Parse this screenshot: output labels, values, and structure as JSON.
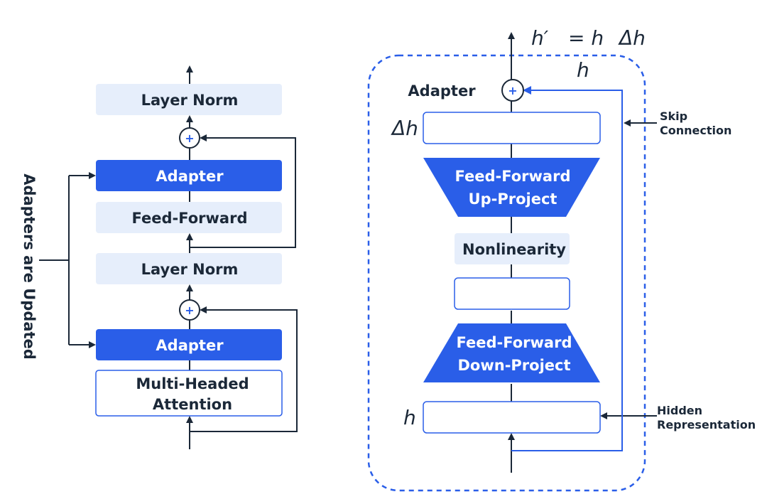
{
  "colors": {
    "accent": "#2a5ee8",
    "light": "#e6eefb",
    "dark": "#1b2838"
  },
  "left": {
    "blocks": [
      "Layer Norm",
      "Adapter",
      "Feed-Forward",
      "Layer Norm",
      "Adapter",
      "Multi-Headed",
      "Attention"
    ],
    "side_label": "Adapters are Updated",
    "plus": "+"
  },
  "right": {
    "title": "Adapter",
    "formula_lhs": "h′",
    "formula_eq": "= h",
    "formula_delta": "Δh",
    "formula_h": "h",
    "delta_label": "Δh",
    "h_label": "h",
    "up": [
      "Feed-Forward",
      "Up-Project"
    ],
    "nonlinearity": "Nonlinearity",
    "down": [
      "Feed-Forward",
      "Down-Project"
    ],
    "skip": [
      "Skip",
      "Connection"
    ],
    "hidden": [
      "Hidden",
      "Representation"
    ],
    "plus": "+"
  }
}
